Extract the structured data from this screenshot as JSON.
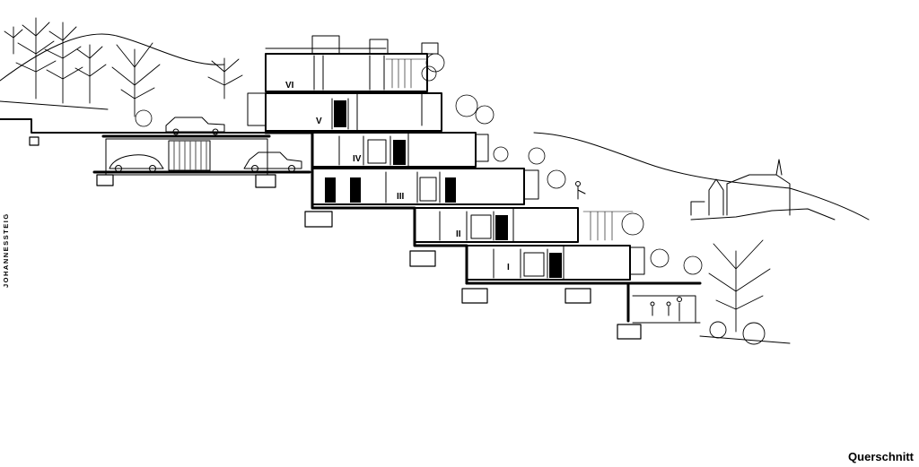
{
  "drawing": {
    "caption": "Querschnitt",
    "street_label": "JOHANNESSTEIG",
    "floor_labels": [
      "I",
      "II",
      "III",
      "IV",
      "V",
      "VI"
    ],
    "line_color": "#000000",
    "background": "#ffffff"
  }
}
